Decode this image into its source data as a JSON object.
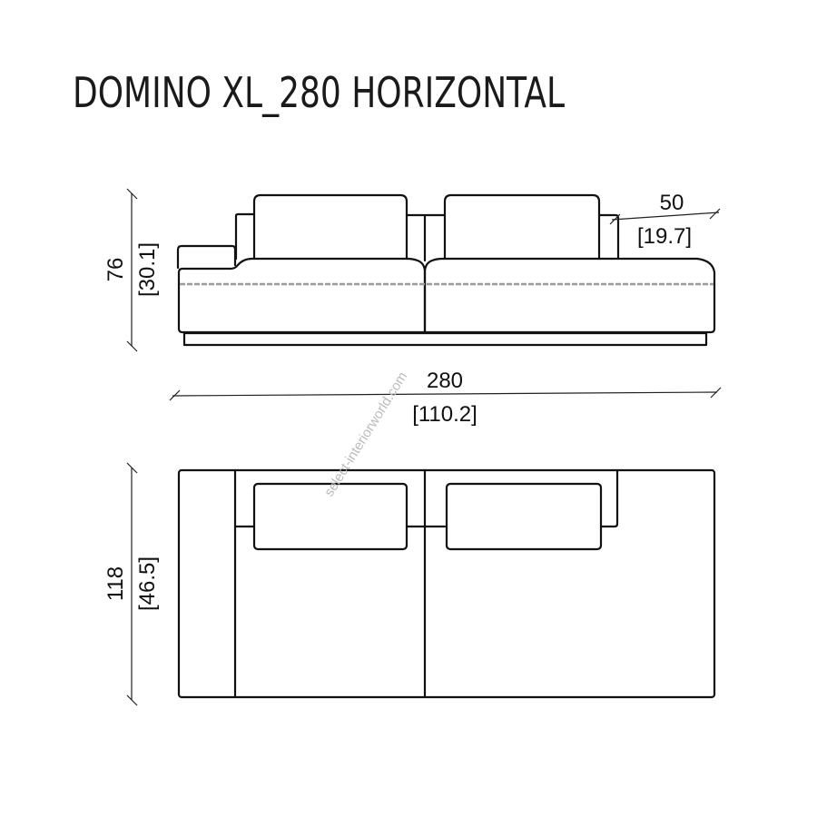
{
  "title": "DOMINO XL_280 HORIZONTAL",
  "front_view": {
    "height_cm": "76",
    "height_in": "[30.1]",
    "seat_depth_cm": "50",
    "seat_depth_in": "[19.7]",
    "width_cm": "280",
    "width_in": "[110.2]"
  },
  "top_view": {
    "depth_cm": "118",
    "depth_in": "[46.5]"
  },
  "watermark": "select-interiorworld.com",
  "colors": {
    "line": "#111111",
    "dashed": "#9a9a9a"
  }
}
